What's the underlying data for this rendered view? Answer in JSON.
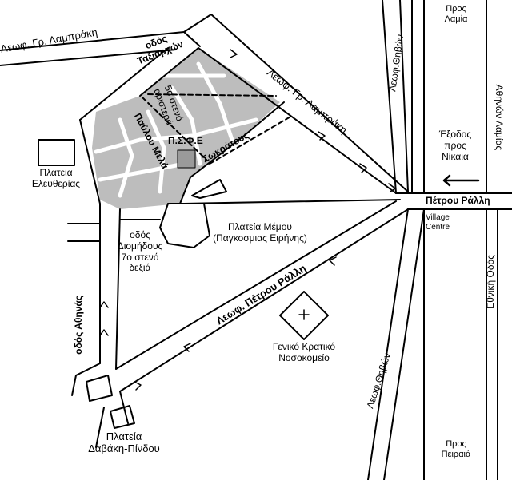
{
  "map": {
    "colors": {
      "road": "#000000",
      "block": "#bdbdbd",
      "target": "#9a9a9a",
      "background": "#ffffff"
    },
    "target_icon": "building-icon",
    "hospital_icon": "cross-icon",
    "arrow_icon": "arrow-left-icon",
    "labels": {
      "lampraki_top": "Λεωφ. Γρ. Λαμπράκη",
      "taxiarxon_1": "οδός",
      "taxiarxon_2": "Ταξιαρχών",
      "stenos5_1": "5ο στενό",
      "stenos5_2": "αριστερά",
      "pavlou_mela": "Παύλου Μελά",
      "psfe": "Π.Σ.Φ.Ε",
      "lampraki_diag": "Λεωφ. Γρ. Λαμπράκη",
      "sokratous": "Σωκράτους",
      "thivon_top": "Λεωφ.Θηβών",
      "pros_lamia_1": "Προς",
      "pros_lamia_2": "Λαμία",
      "athinon_lamias": "Αθηνών Λαμίας",
      "exodos_1": "Έξοδος",
      "exodos_2": "προς",
      "exodos_3": "Νίκαια",
      "petrou_ralli": "Πέτρου Ράλλη",
      "village_1": "Village",
      "village_2": "Centre",
      "ethniki_odos": "Εθνική Οδός",
      "plateia_eleftherias_1": "Πλατεία",
      "plateia_eleftherias_2": "Ελευθερίας",
      "plateia_memou_1": "Πλατεία Μέμου",
      "plateia_memou_2": "(Παγκοσμιας Ειρήνης)",
      "diomidous_1": "οδός",
      "diomidous_2": "Διομήδους",
      "diomidous_3": "7ο στενό",
      "diomidous_4": "δεξιά",
      "petrou_ralli_diag": "Λεωφ. Πέτρου Ράλλη",
      "athinas": "οδός Αθηνάς",
      "hospital_1": "Γενικό Κρατικό",
      "hospital_2": "Νοσοκομείο",
      "thivon_bottom": "Λεωφ.Θηβών",
      "pros_peiraia_1": "Προς",
      "pros_peiraia_2": "Πειραιά",
      "plateia_davaki_1": "Πλατεία",
      "plateia_davaki_2": "Δαβάκη-Πίνδου"
    }
  }
}
